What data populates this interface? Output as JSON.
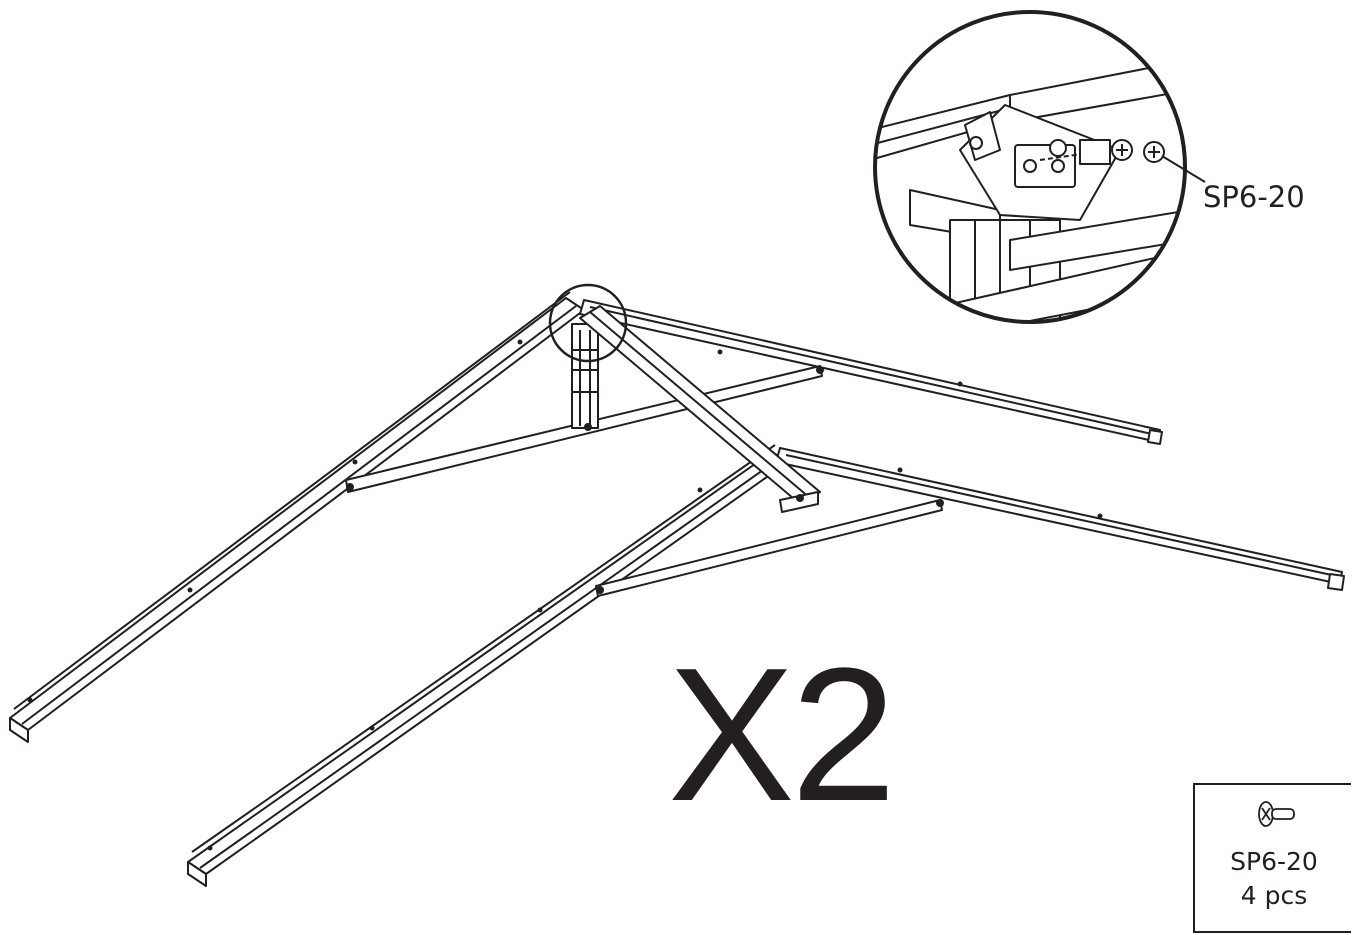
{
  "callout": {
    "label": "SP6-20"
  },
  "multiplier": "X2",
  "parts_list": {
    "code": "SP6-20",
    "quantity": "4 pcs"
  },
  "icons": [
    "screw-icon",
    "detail-magnifier-circle"
  ],
  "colors": {
    "line": "#231f20",
    "background": "#ffffff"
  }
}
